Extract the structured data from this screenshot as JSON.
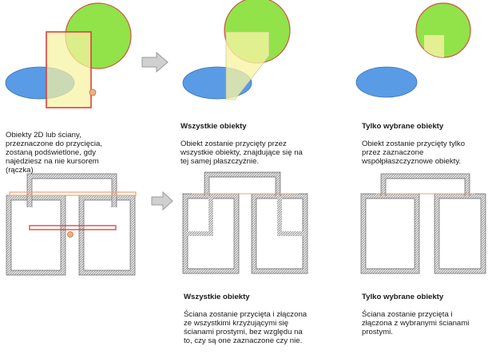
{
  "colors": {
    "green": "#92e24a",
    "green_stroke": "#d1533b",
    "blue": "#5a9be6",
    "yellow": "#f7f3a2",
    "red_outline": "#d94040",
    "wall": "#a3a3a3",
    "highlight": "#f0a070",
    "arrow": "#c9c9c9"
  },
  "captions": {
    "top_left": {
      "body": "Obiekty 2D lub ściany,\nprzeznaczone do przycięcia,\nzostaną podświetlone, gdy\nnajedziesz na nie kursorem\n(rączka)"
    },
    "top_mid": {
      "title": "Wszystkie obiekty",
      "body": "Obiekt zostanie przycięty przez\nwszystkie obiekty, znajdujące się na\ntej samej płaszczyźnie."
    },
    "top_right": {
      "title": "Tylko wybrane obiekty",
      "body": "Obiekt zostanie przycięty tylko\nprzez zaznaczone\nwspółpłaszczyznowe obiekty."
    },
    "bottom_mid": {
      "title": "Wszystkie obiekty",
      "body": "Ściana zostanie przycięta i złączona\nze wszystkimi krzyżującymi się\nścianami prostymi, bez względu na\nto, czy są one zaznaczone czy nie."
    },
    "bottom_right": {
      "title": "Tylko wybrane obiekty",
      "body": "Ściana zostanie przycięta i\nzłączona z wybranymi ścianami\nprostymi."
    }
  }
}
